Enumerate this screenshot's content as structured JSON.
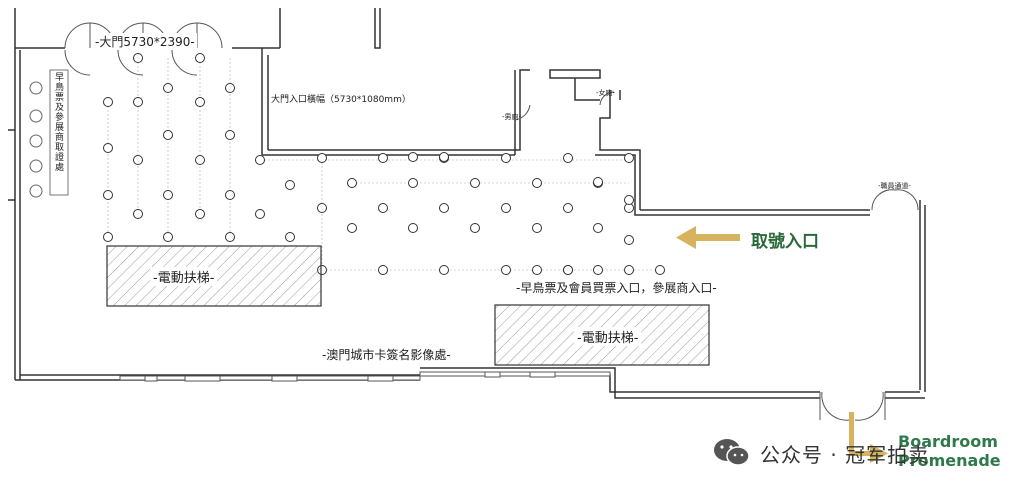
{
  "labels": {
    "main_door": "-大門5730*2390-",
    "banner": "大門入口橫幅（5730*1080mm）",
    "early_bird_pickup_sign": "早鳥票及參展商取證處",
    "mens_toilet": "-男廁-",
    "womens_toilet": "-女廁-",
    "staff_passage": "-職員通道-",
    "escalator_1": "-電動扶梯-",
    "escalator_2": "-電動扶梯-",
    "ticket_entrance": "取號入口",
    "ticketing_entrance": "-早鳥票及會員買票入口，參展商入口-",
    "photo_area": "-澳門城市卡簽名影像處-",
    "boardroom_line1": "Boardroom",
    "boardroom_line2": "Promenade"
  },
  "watermark": {
    "text": "公众号 · 冠军拍卖",
    "icon": "wechat-icon"
  },
  "colors": {
    "wall": "#333333",
    "arrow": "#d7b25f",
    "green_text": "#2a6a3a"
  }
}
